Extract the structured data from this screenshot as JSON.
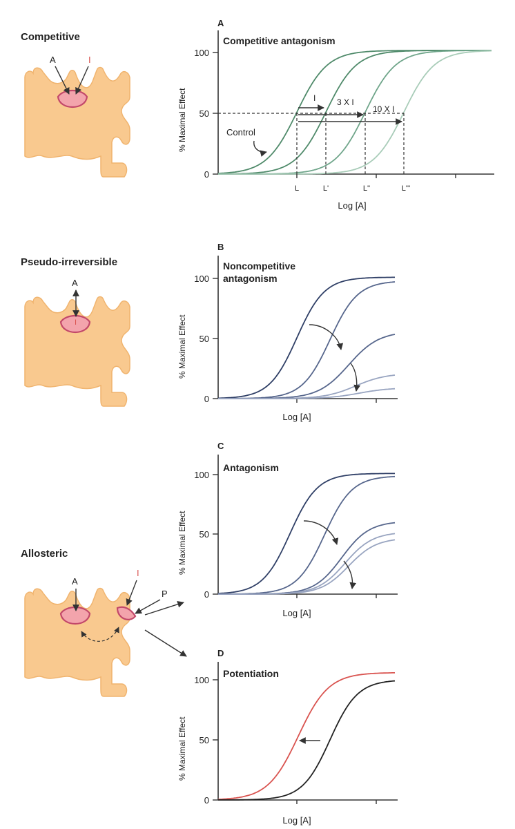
{
  "left": {
    "competitive_title": "Competitive",
    "pseudo_title": "Pseudo-irreversible",
    "allosteric_title": "Allosteric",
    "label_A": "A",
    "label_I": "I",
    "label_P": "P"
  },
  "charts": [
    {
      "id": "A",
      "letter": "A",
      "title": "Competitive antagonism",
      "title_line2": "",
      "ylabel": "% Maximal Effect",
      "xlabel": "Log [A]",
      "yticks": [
        "100",
        "50",
        "0"
      ],
      "control_label": "Control",
      "arrow_labels": [
        "I",
        "3 X I",
        "10 X I"
      ],
      "xtick_labels": [
        "L",
        "L'",
        "L''",
        "L'''"
      ]
    },
    {
      "id": "B",
      "letter": "B",
      "title": "Noncompetitive",
      "title_line2": "antagonism",
      "ylabel": "% Maximal Effect",
      "xlabel": "Log [A]",
      "yticks": [
        "100",
        "50",
        "0"
      ]
    },
    {
      "id": "C",
      "letter": "C",
      "title": "Antagonism",
      "title_line2": "",
      "ylabel": "% Maximal Effect",
      "xlabel": "Log [A]",
      "yticks": [
        "100",
        "50",
        "0"
      ]
    },
    {
      "id": "D",
      "letter": "D",
      "title": "Potentiation",
      "title_line2": "",
      "ylabel": "% Maximal Effect",
      "xlabel": "Log [A]",
      "yticks": [
        "100",
        "50",
        "0"
      ]
    }
  ],
  "colors": {
    "green_dark": "#4f8a6a",
    "green_mid": "#6fa58a",
    "green_light": "#a8ccb8",
    "navy": "#2f3f66",
    "navy_mid": "#56668c",
    "navy_light": "#98a4c0",
    "red": "#d9534f",
    "black": "#222222"
  }
}
